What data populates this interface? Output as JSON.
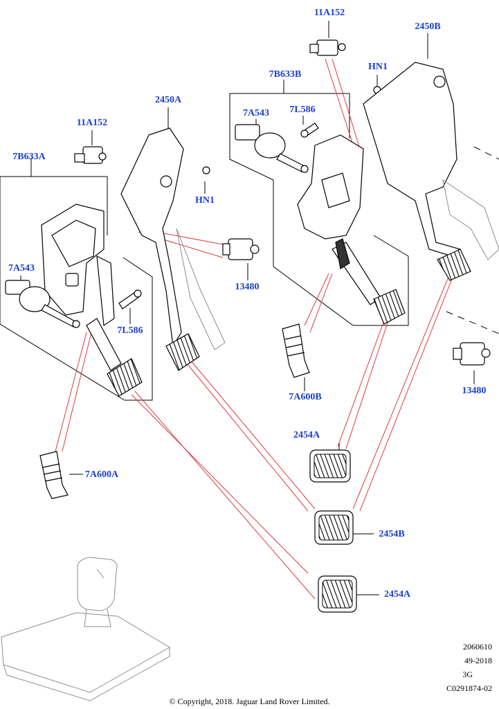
{
  "callouts": {
    "c_11A152_top": "11A152",
    "c_2450B": "2450B",
    "c_HN1_right": "HN1",
    "c_7B633B": "7B633B",
    "c_2450A": "2450A",
    "c_7A543_right": "7A543",
    "c_7L586_right": "7L586",
    "c_11A152_left": "11A152",
    "c_7B633A": "7B633A",
    "c_HN1_left": "HN1",
    "c_7A543_left": "7A543",
    "c_13480_mid": "13480",
    "c_7L586_left": "7L586",
    "c_7A600B": "7A600B",
    "c_13480_right": "13480",
    "c_2454A_top": "2454A",
    "c_7A600A": "7A600A",
    "c_2454B": "2454B",
    "c_2454A_bottom": "2454A"
  },
  "footer": {
    "code_1": "2060610",
    "code_2": "49-2018",
    "code_3": "3G",
    "code_4": "C0291874-02",
    "copyright": "© Copyright, 2018. Jaguar Land Rover Limited."
  },
  "colors": {
    "callout_text": "#1a3fd6",
    "leader_lines": "#e0393e",
    "outline": "#000000"
  }
}
